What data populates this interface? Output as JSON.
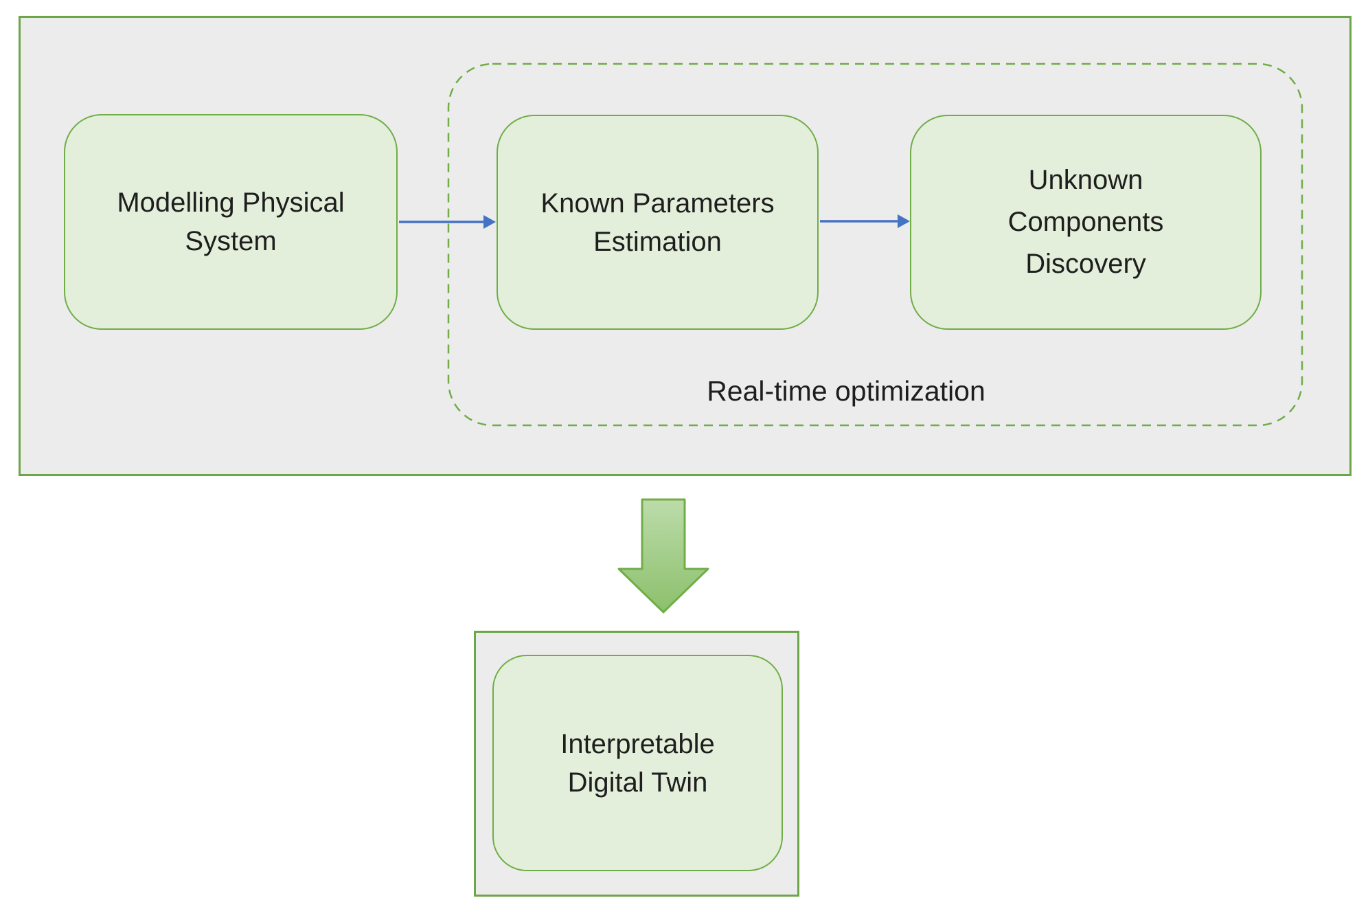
{
  "diagram": {
    "nodes": [
      {
        "id": "modelling-physical-system",
        "lines": [
          "Modelling Physical",
          "System"
        ]
      },
      {
        "id": "known-parameters-estimation",
        "lines": [
          "Known Parameters",
          "Estimation"
        ]
      },
      {
        "id": "unknown-components-discovery",
        "lines": [
          "Unknown",
          "Components",
          "Discovery"
        ]
      },
      {
        "id": "interpretable-digital-twin",
        "lines": [
          "Interpretable",
          "Digital Twin"
        ]
      }
    ],
    "group_label": "Real-time optimization",
    "colors": {
      "node_fill": "#e3efda",
      "node_border": "#70ad47",
      "panel_fill": "#ececec",
      "panel_border": "#6ca649",
      "connector_blue": "#4472c4",
      "block_arrow_fill_top": "#bcdcaa",
      "block_arrow_fill_bottom": "#8cc06c",
      "text": "#1e1e1e"
    }
  }
}
